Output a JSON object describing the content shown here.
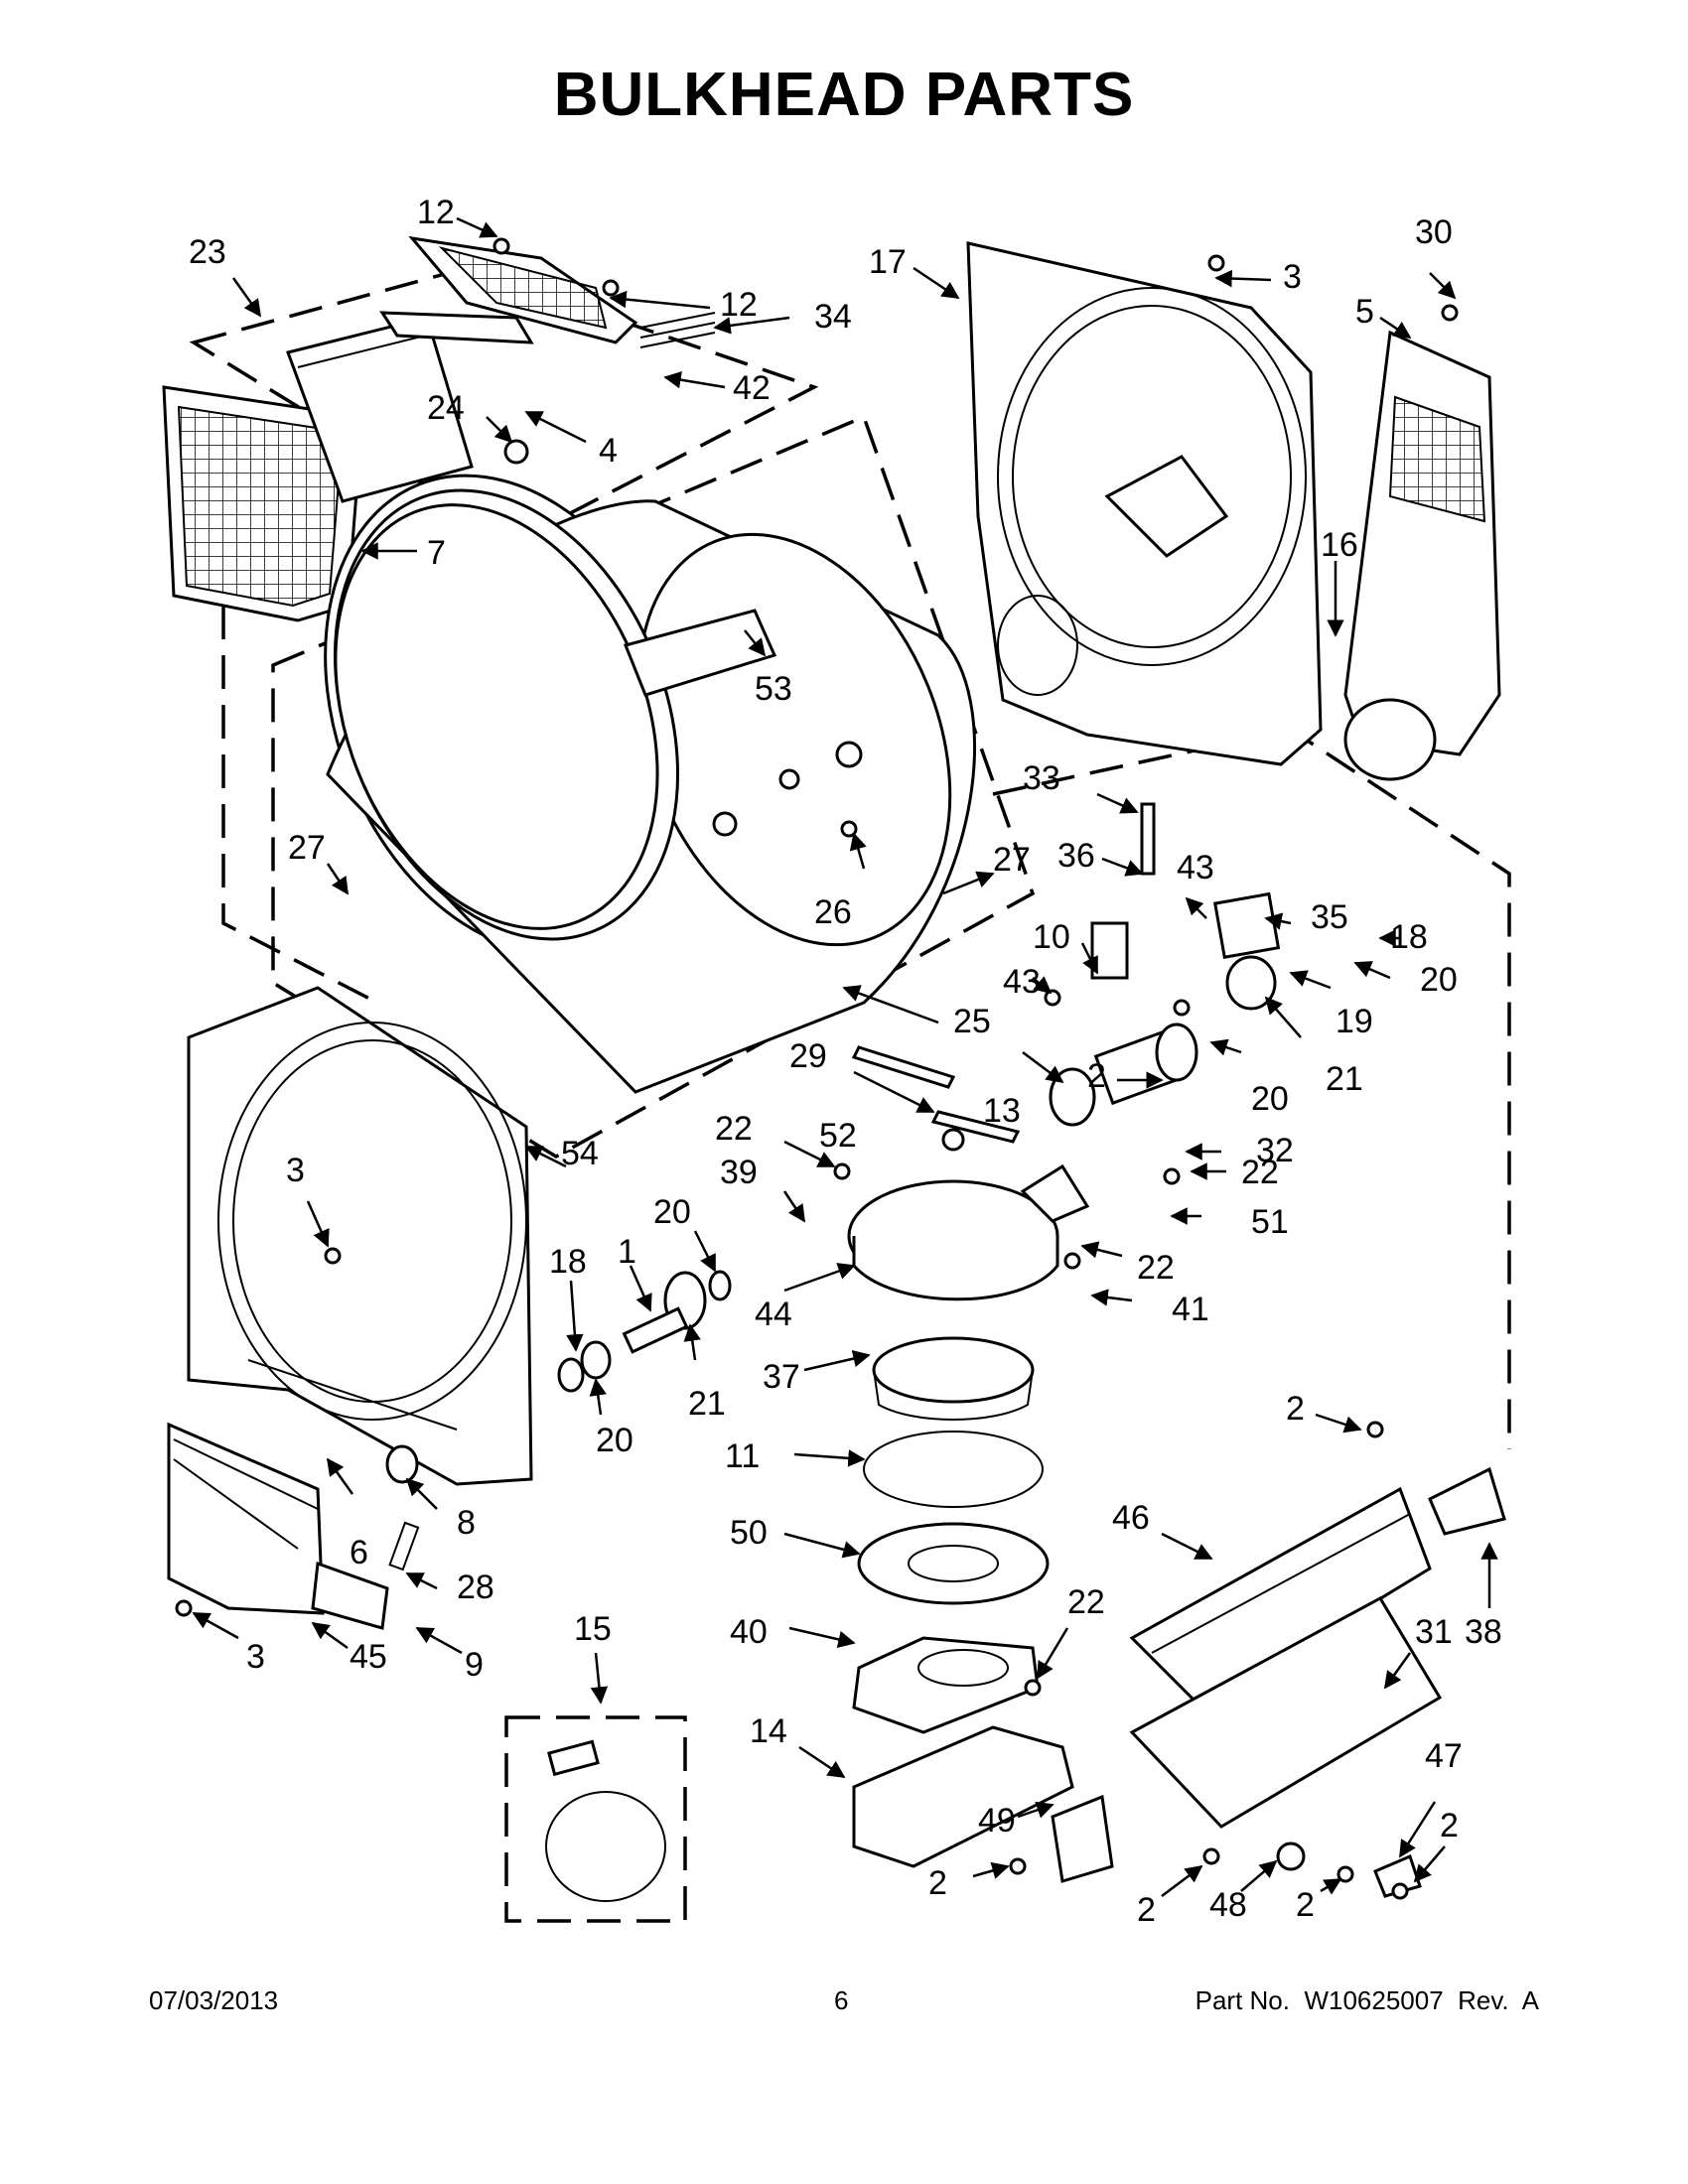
{
  "title": "BULKHEAD PARTS",
  "footer": {
    "date": "07/03/2013",
    "page": "6",
    "part_no": "Part No.  W10625007  Rev.  A"
  },
  "callouts": [
    "1",
    "2",
    "3",
    "4",
    "5",
    "6",
    "7",
    "8",
    "9",
    "10",
    "11",
    "12",
    "13",
    "14",
    "15",
    "16",
    "17",
    "18",
    "19",
    "20",
    "21",
    "22",
    "23",
    "24",
    "25",
    "26",
    "27",
    "28",
    "29",
    "30",
    "31",
    "32",
    "33",
    "34",
    "35",
    "36",
    "37",
    "38",
    "39",
    "40",
    "41",
    "42",
    "43",
    "44",
    "45",
    "46",
    "47",
    "48",
    "49",
    "50",
    "51",
    "52",
    "53",
    "54"
  ]
}
